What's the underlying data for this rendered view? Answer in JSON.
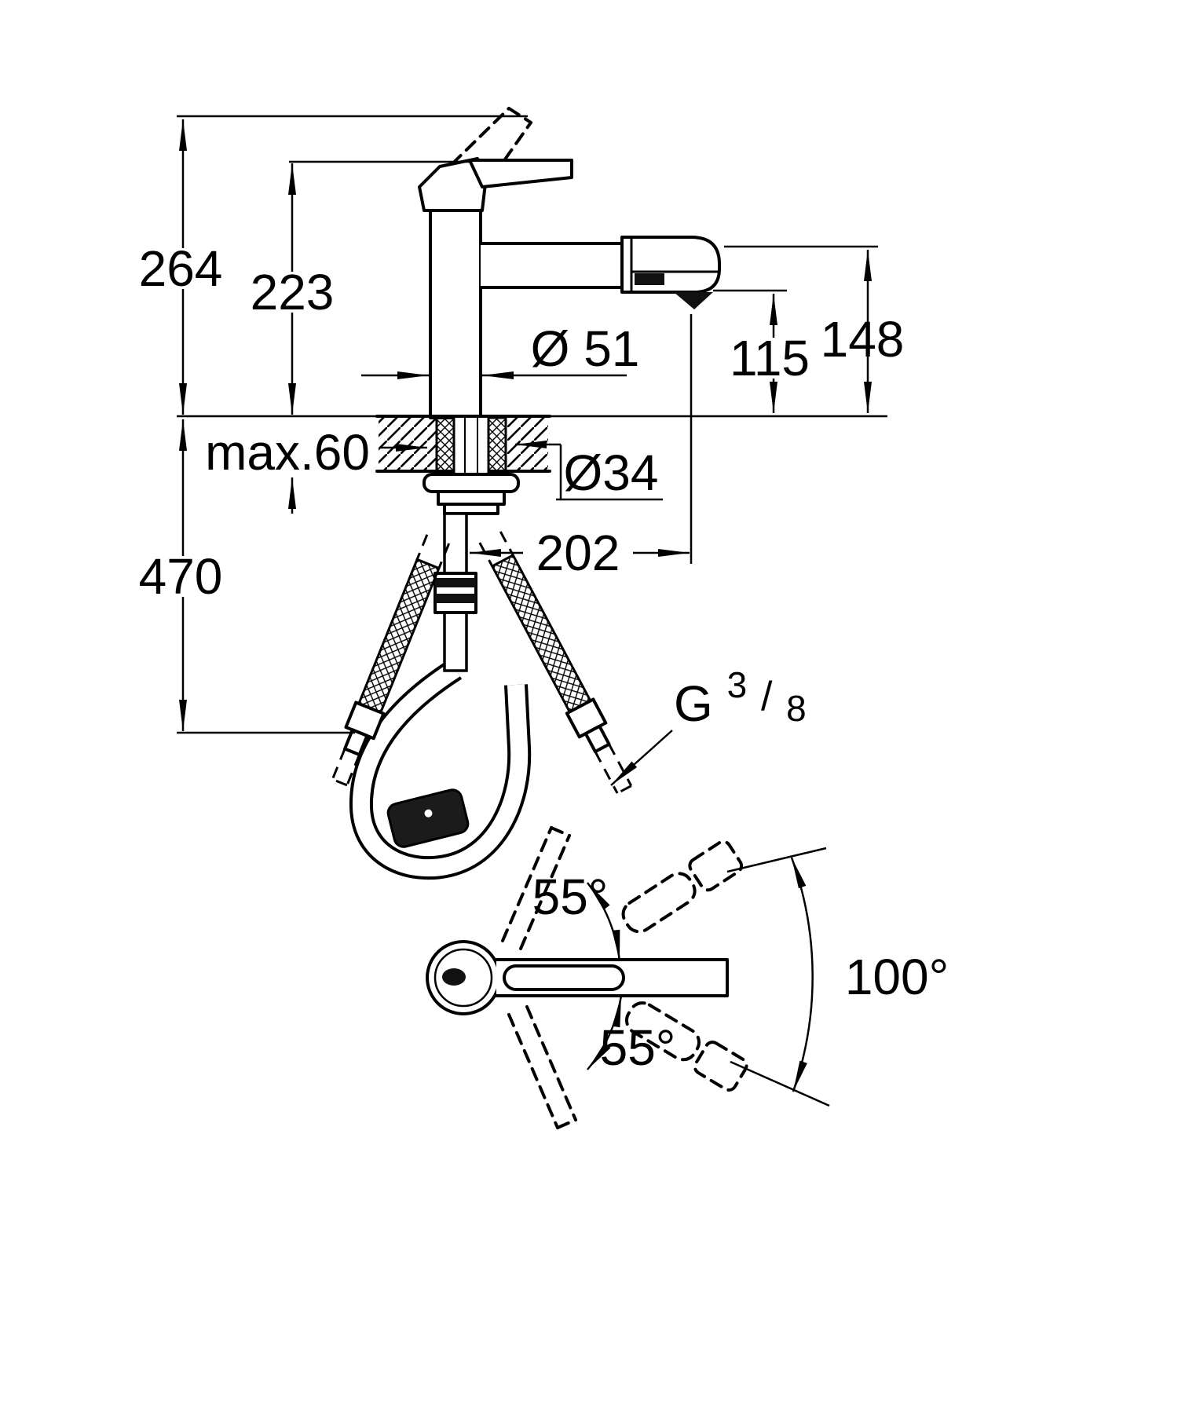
{
  "drawing": {
    "type": "kitchen-faucet-installation-dimension-drawing",
    "colors": {
      "line": "#000000",
      "background": "#ffffff",
      "fill_dark": "#111111"
    },
    "labels": {
      "height_overall": "264",
      "height_to_handle": "223",
      "body_diameter": "Ø 51",
      "spout_clearance": "115",
      "spout_height": "148",
      "max_thickness": "max.60",
      "hole_diameter": "Ø34",
      "spout_reach": "202",
      "below_counter_depth": "470",
      "thread": {
        "letter": "G",
        "numerator": "3",
        "slash": "/",
        "denominator": "8"
      },
      "swivel_upper": "55°",
      "swivel_total": "100°",
      "swivel_lower": "55°"
    }
  }
}
